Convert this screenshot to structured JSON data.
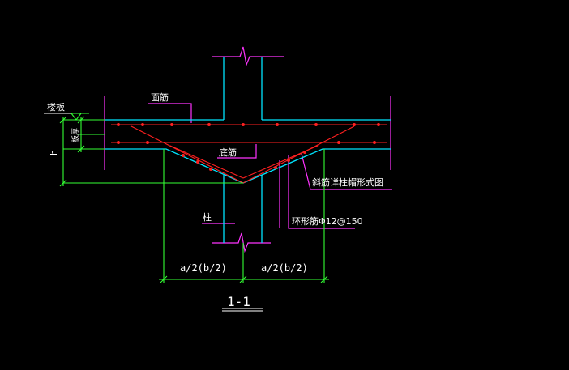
{
  "drawing": {
    "background": "#000000",
    "colors": {
      "concrete_outline": "#00e5ff",
      "boundary_magenta": "#ff33ff",
      "rebar_red": "#ff2020",
      "dimension_green": "#33ff33",
      "leader_white": "#ffffff"
    },
    "labels": {
      "floor_slab": "楼板",
      "slab_thickness": "板厚",
      "height_h": "h",
      "top_rebar": "面筋",
      "bottom_rebar": "底筋",
      "column": "柱",
      "diagonal_rebar_note": "斜筋详柱帽形式图",
      "ring_rebar_note": "环形筋Φ12@150",
      "dim_left": "a/2(b/2)",
      "dim_right": "a/2(b/2)",
      "section_title": "1-1"
    }
  }
}
